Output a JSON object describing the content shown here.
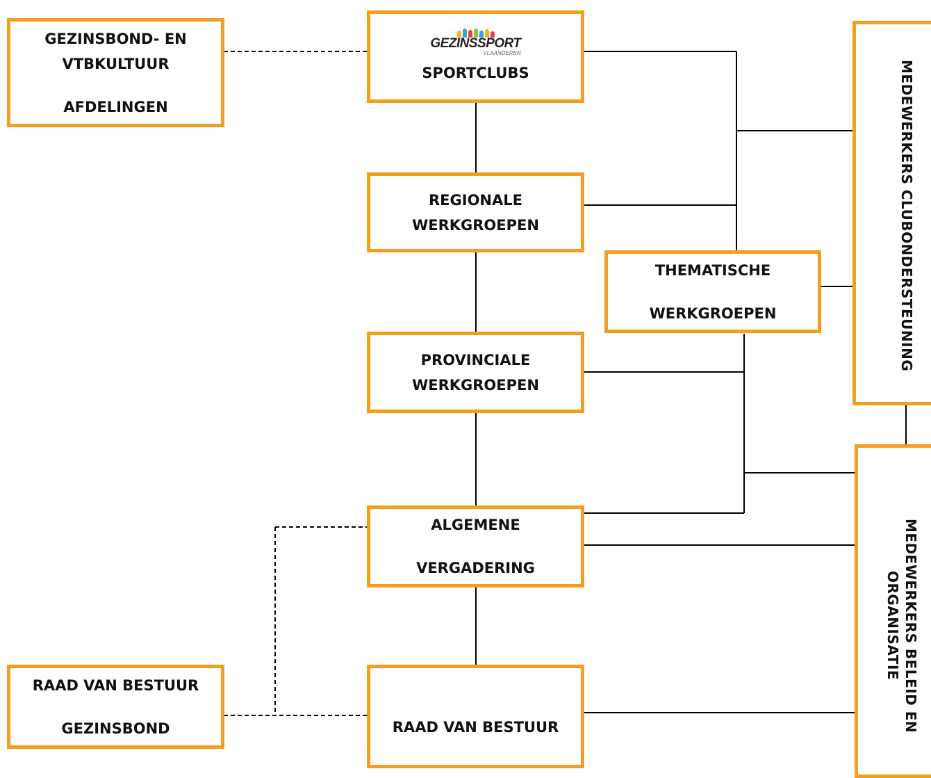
{
  "boxes": {
    "gezinsbond_afdelingen": {
      "line1": "GEZINSBOND- EN",
      "line2": "VTBKULTUUR",
      "line3": "AFDELINGEN"
    },
    "sportclubs": {
      "logo_text": "GEZINSSPORT",
      "logo_sub": "VLAANDEREN",
      "label": "SPORTCLUBS"
    },
    "regionale": {
      "line1": "REGIONALE",
      "line2": "WERKGROEPEN"
    },
    "thematische": {
      "line1": "THEMATISCHE",
      "line2": "WERKGROEPEN"
    },
    "provinciale": {
      "line1": "PROVINCIALE",
      "line2": "WERKGROEPEN"
    },
    "algemene": {
      "line1": "ALGEMENE",
      "line2": "VERGADERING"
    },
    "raad_bestuur": {
      "label": "RAAD VAN BESTUUR"
    },
    "raad_gezinsbond": {
      "line1": "RAAD VAN BESTUUR",
      "line2": "GEZINSBOND"
    },
    "medewerkers_club": {
      "label": "MEDEWERKERS CLUBONDERSTEUNING"
    },
    "medewerkers_beleid": {
      "line1": "MEDEWERKERS BELEID EN",
      "line2": "ORGANISATIE"
    }
  },
  "colors": {
    "border": "#f59d1c",
    "line": "#000000",
    "text": "#111111"
  },
  "logo_colors": [
    "#f5b21c",
    "#3aa3d9",
    "#e2433a",
    "#8cc63f",
    "#3aa3d9",
    "#f5b21c",
    "#e2433a"
  ]
}
